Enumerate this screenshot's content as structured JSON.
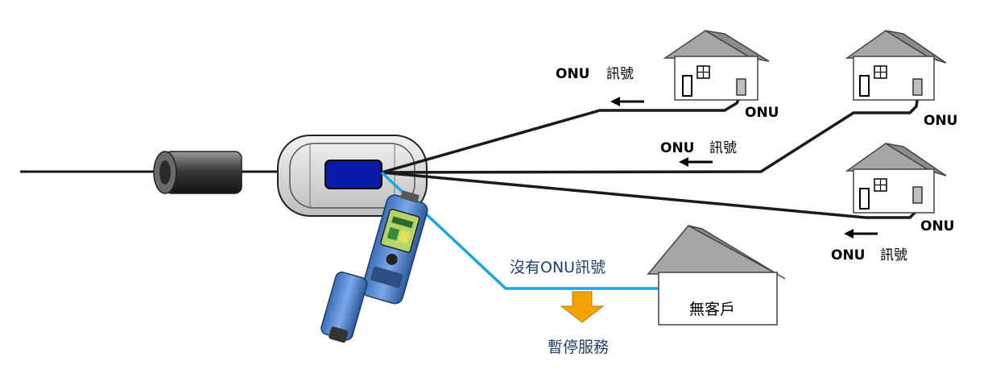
{
  "labels": {
    "house1_onu_signal_onu": "ONU",
    "house1_onu_signal_text": "訊號",
    "house1_onu_label": "ONU",
    "house2_onu_label": "ONU",
    "house2_onu_signal_onu": "ONU",
    "house2_onu_signal_text": "訊號",
    "house3_onu_label": "ONU",
    "house3_onu_signal_onu": "ONU",
    "house3_onu_signal_text": "訊號",
    "no_onu_signal": "沒有ONU訊號",
    "no_customer": "無客戶",
    "service_suspended": "暫停服務"
  },
  "colors": {
    "fiber": "#1a1a1a",
    "blue_line": "#1aa7e0",
    "splitter_fill": "#0a1aa8",
    "enclosure_fill": "#d9d9d9",
    "roof": "#a6a6a6",
    "arrow_orange": "#f5a300",
    "meter_body": "#5b8ed6"
  },
  "icons": [
    "cable-coupler-icon",
    "splitter-enclosure-icon",
    "house-icon",
    "onu-device-icon",
    "handheld-meter-icon",
    "down-arrow-icon"
  ]
}
